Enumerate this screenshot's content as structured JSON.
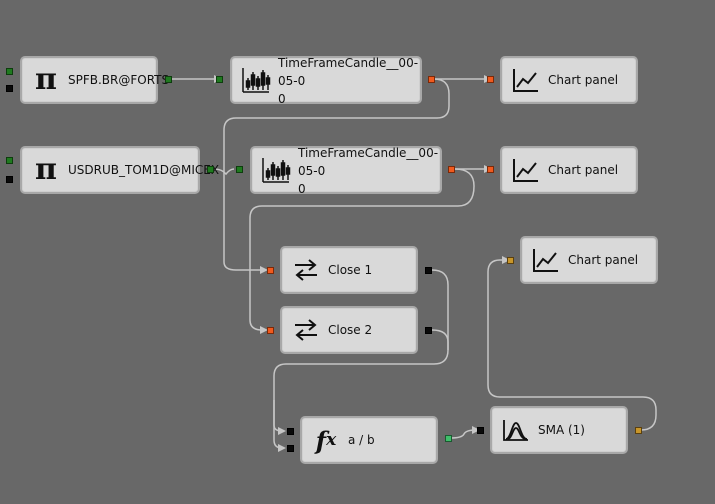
{
  "nodes": {
    "spfb": {
      "label": "SPFB.BR@FORTS",
      "icon": "pi-icon"
    },
    "usdrub": {
      "label": "USDRUB_TOM1D@MICEX",
      "icon": "pi-icon"
    },
    "candle1": {
      "label": "TimeFrameCandle__00-05-0\n0",
      "icon": "candles-icon"
    },
    "candle2": {
      "label": "TimeFrameCandle__00-05-0\n0",
      "icon": "candles-icon"
    },
    "chart1": {
      "label": "Chart panel",
      "icon": "line-chart-icon"
    },
    "chart2": {
      "label": "Chart panel",
      "icon": "line-chart-icon"
    },
    "chart3": {
      "label": "Chart panel",
      "icon": "line-chart-icon"
    },
    "close1": {
      "label": "Close 1",
      "icon": "swap-arrows-icon"
    },
    "close2": {
      "label": "Close 2",
      "icon": "swap-arrows-icon"
    },
    "formula": {
      "label": "a / b",
      "icon": "fx-icon"
    },
    "sma": {
      "label": "SMA (1)",
      "icon": "bell-curve-icon"
    }
  },
  "colors": {
    "background": "#686868",
    "node_fill": "#d9d9d9",
    "wire": "#c8c8c8",
    "port_green": "#1f7a1f",
    "port_orange": "#f05a1e",
    "port_gold": "#c8962a"
  }
}
